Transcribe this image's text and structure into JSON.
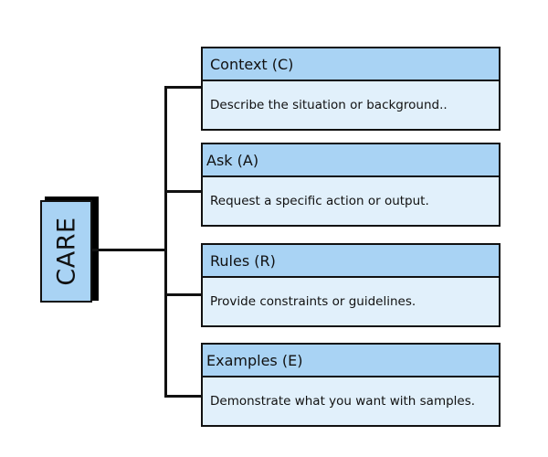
{
  "root": {
    "label": "CARE"
  },
  "cards": [
    {
      "title": "Context (C)",
      "description": "Describe the situation or background.."
    },
    {
      "title": "Ask (A)",
      "description": "Request a specific action or output."
    },
    {
      "title": "Rules (R)",
      "description": "Provide constraints or guidelines."
    },
    {
      "title": "Examples (E)",
      "description": "Demonstrate what you want with samples."
    }
  ],
  "colors": {
    "header_fill": "#a9d3f4",
    "body_fill": "#e1f0fb",
    "root_fill": "#a9d3f4",
    "outline": "#111111"
  }
}
